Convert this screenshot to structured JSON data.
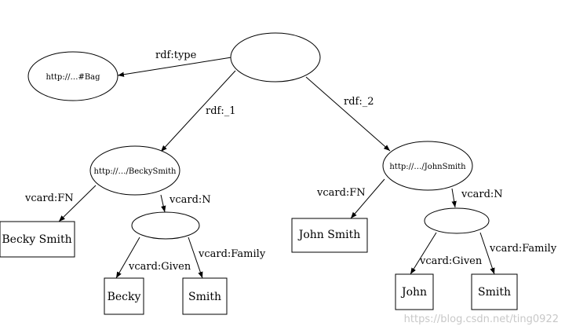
{
  "diagram": {
    "nodes": {
      "root": {
        "label": ""
      },
      "bag": {
        "label": "http://…#Bag"
      },
      "becky_uri": {
        "label": "http://…/BeckySmith"
      },
      "john_uri": {
        "label": "http://…/JohnSmith"
      },
      "becky_n": {
        "label": ""
      },
      "john_n": {
        "label": ""
      },
      "becky_fn": {
        "label": "Becky Smith"
      },
      "becky_given": {
        "label": "Becky"
      },
      "becky_family": {
        "label": "Smith"
      },
      "john_fn": {
        "label": "John Smith"
      },
      "john_given": {
        "label": "John"
      },
      "john_family": {
        "label": "Smith"
      }
    },
    "edges": {
      "root_type": {
        "label": "rdf:type"
      },
      "root_1": {
        "label": "rdf:_1"
      },
      "root_2": {
        "label": "rdf:_2"
      },
      "becky_fn": {
        "label": "vcard:FN"
      },
      "becky_n": {
        "label": "vcard:N"
      },
      "becky_given": {
        "label": "vcard:Given"
      },
      "becky_family": {
        "label": "vcard:Family"
      },
      "john_fn": {
        "label": "vcard:FN"
      },
      "john_n": {
        "label": "vcard:N"
      },
      "john_given": {
        "label": "vcard:Given"
      },
      "john_family": {
        "label": "vcard:Family"
      }
    }
  },
  "watermark": "https://blog.csdn.net/ting0922"
}
